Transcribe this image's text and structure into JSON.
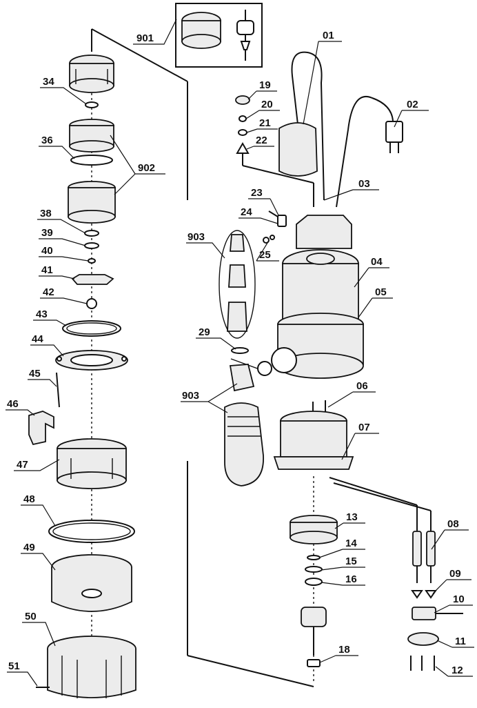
{
  "labels": {
    "p901": "901",
    "p01": "01",
    "p02": "02",
    "p03": "03",
    "p04": "04",
    "p05": "05",
    "p06": "06",
    "p07": "07",
    "p08": "08",
    "p09": "09",
    "p10": "10",
    "p11": "11",
    "p12": "12",
    "p13": "13",
    "p14": "14",
    "p15": "15",
    "p16": "16",
    "p18": "18",
    "p19": "19",
    "p20": "20",
    "p21": "21",
    "p22": "22",
    "p23": "23",
    "p24": "24",
    "p25": "25",
    "p29": "29",
    "p34": "34",
    "p36": "36",
    "p38": "38",
    "p39": "39",
    "p40": "40",
    "p41": "41",
    "p42": "42",
    "p43": "43",
    "p44": "44",
    "p45": "45",
    "p46": "46",
    "p47": "47",
    "p48": "48",
    "p49": "49",
    "p50": "50",
    "p51": "51",
    "p902": "902",
    "p903a": "903",
    "p903b": "903"
  }
}
